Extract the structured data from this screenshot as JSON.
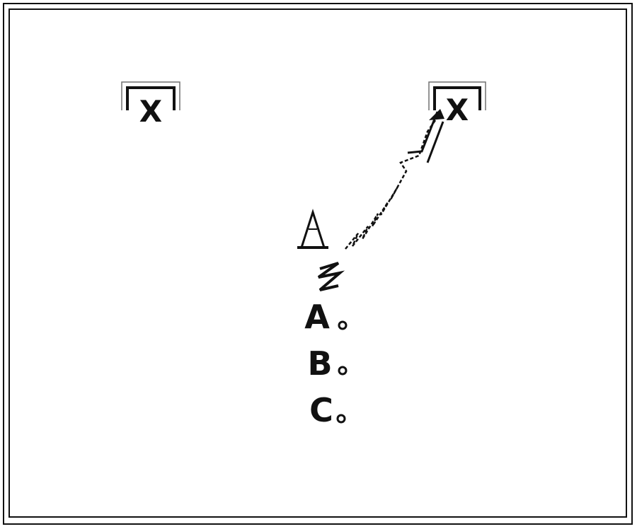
{
  "goals": [
    {
      "id": "left",
      "symbol": "X"
    },
    {
      "id": "right",
      "symbol": "X"
    }
  ],
  "options": [
    {
      "letter": "A"
    },
    {
      "letter": "B"
    },
    {
      "letter": "C"
    }
  ],
  "colors": {
    "ink": "#111111",
    "background": "#ffffff"
  },
  "icons": {
    "cone": "traffic-cone-icon",
    "path": "zigzag-path-to-right-goal"
  }
}
